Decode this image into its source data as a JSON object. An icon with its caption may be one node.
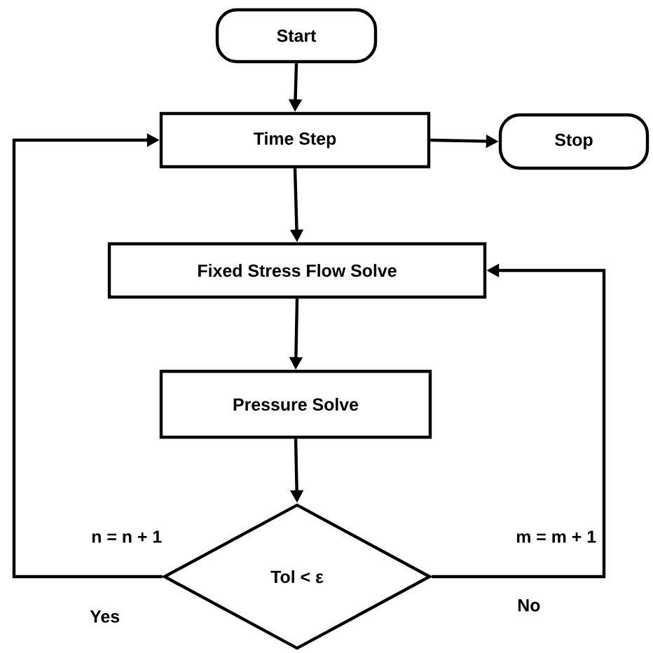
{
  "diagram": {
    "nodes": [
      {
        "text": [
          "Start"
        ]
      },
      {
        "text": [
          "Time Step"
        ]
      },
      {
        "text": [
          "Stop"
        ]
      },
      {
        "text": [
          "Fixed Stress Flow Solve"
        ]
      },
      {
        "text": [
          "Pressure Solve"
        ]
      },
      {
        "text": [
          "Tol < ε"
        ]
      }
    ],
    "edges": [
      {
        "from": 0,
        "to": 1,
        "arrow": "to"
      },
      {
        "from": 1,
        "to": 2,
        "arrow": "to"
      },
      {
        "from": 1,
        "to": 3,
        "arrow": "to"
      },
      {
        "from": 3,
        "to": 4,
        "arrow": "to"
      },
      {
        "from": 4,
        "to": 5,
        "arrow": "to"
      },
      {
        "from": 5,
        "to": 1,
        "arrow": "to",
        "label": "n = n + 1"
      },
      {
        "from": 5,
        "to": 3,
        "arrow": "to",
        "label": "m = m + 1"
      }
    ],
    "labels": [
      "Yes",
      "No"
    ]
  }
}
